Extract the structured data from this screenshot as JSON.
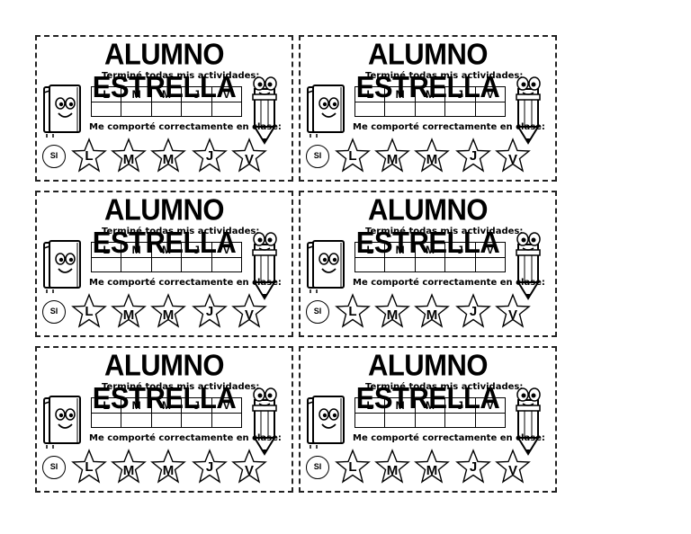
{
  "card": {
    "title": "ALUMNO ESTRELLA",
    "activities_label": "Terminé todas mis actividades:",
    "behavior_label": "Me comporté correctamente en clase:",
    "days": [
      "L",
      "M",
      "M",
      "J",
      "V"
    ],
    "si_label": "SI",
    "star_days": [
      "L",
      "M",
      "M",
      "J",
      "V"
    ]
  },
  "colors": {
    "ink": "#000000",
    "paper": "#ffffff"
  },
  "icons": [
    "book-character-icon",
    "pencil-character-icon",
    "star-icon"
  ]
}
